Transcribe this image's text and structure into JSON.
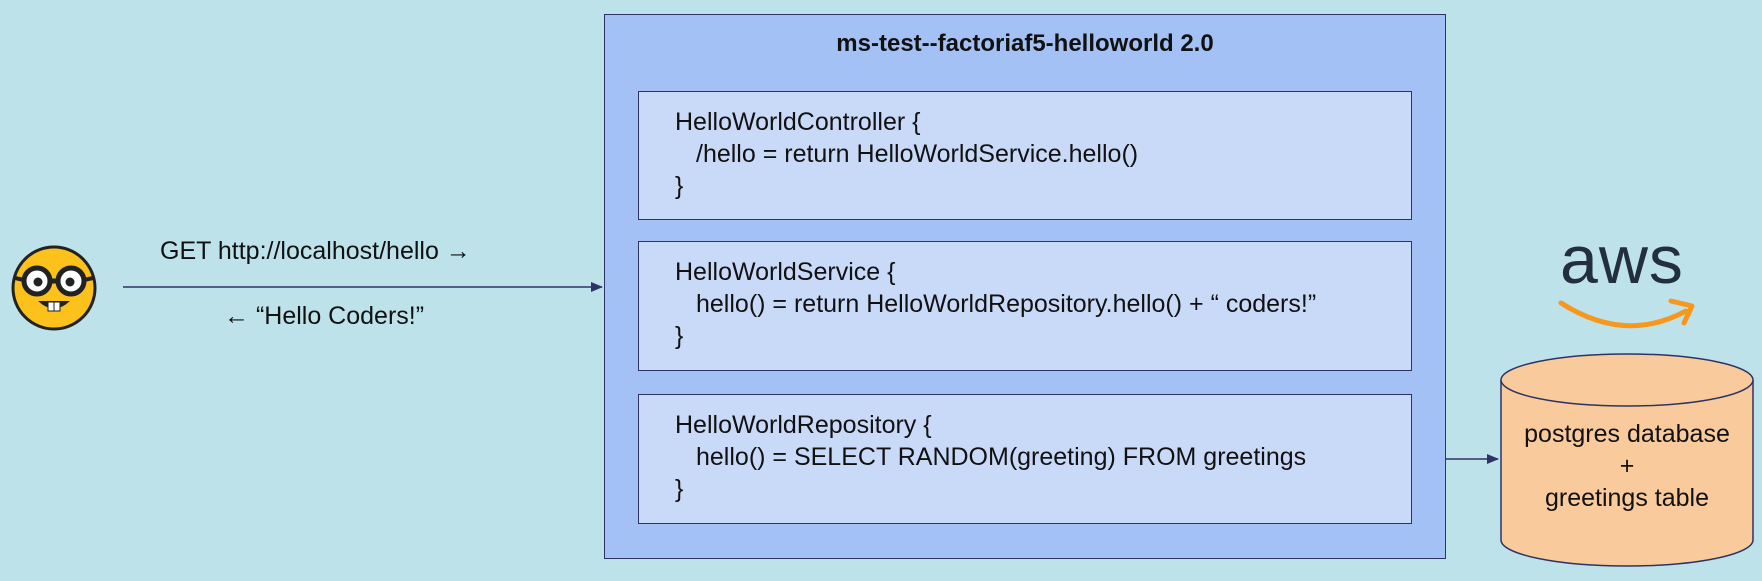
{
  "service": {
    "title": "ms-test--factoriaf5-helloworld 2.0",
    "classes": [
      {
        "header": "HelloWorldController {",
        "body": "/hello = return HelloWorldService.hello()",
        "footer": "}"
      },
      {
        "header": "HelloWorldService {",
        "body": "hello() = return HelloWorldRepository.hello() + “ coders!”",
        "footer": "}"
      },
      {
        "header": "HelloWorldRepository {",
        "body": "hello() = SELECT RANDOM(greeting) FROM greetings",
        "footer": "}"
      }
    ]
  },
  "client": {
    "icon": "nerd-face-icon",
    "request_label": "GET http://localhost/hello →",
    "response_label": "← “Hello Coders!”"
  },
  "cloud": {
    "logo_text": "aws",
    "logo_icon": "aws-logo-icon"
  },
  "database": {
    "line1": "postgres database",
    "line2": "+",
    "line3": "greetings table",
    "color": "#f9cb9c"
  },
  "colors": {
    "background": "#bde2ea",
    "service_box": "#a3c1f5",
    "class_box": "#c9daf8",
    "stroke": "#2e3366"
  }
}
